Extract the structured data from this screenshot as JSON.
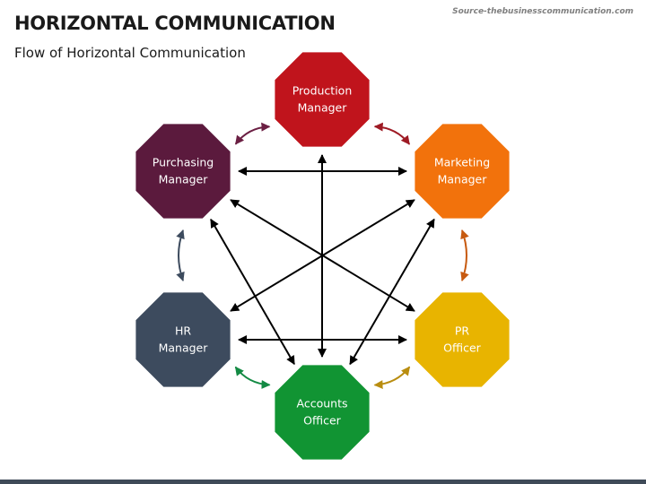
{
  "header": {
    "title": "HORIZONTAL COMMUNICATION",
    "subtitle": "Flow of Horizontal Communication",
    "source": "Source-thebusinesscommunication.com"
  },
  "nodes": [
    {
      "id": "production",
      "lines": [
        "Production",
        "Manager"
      ],
      "color": "#c0141c"
    },
    {
      "id": "marketing",
      "lines": [
        "Marketing",
        "Manager"
      ],
      "color": "#f2720c"
    },
    {
      "id": "pr",
      "lines": [
        "PR",
        "Officer"
      ],
      "color": "#e8b400"
    },
    {
      "id": "accounts",
      "lines": [
        "Accounts",
        "Officer"
      ],
      "color": "#119433"
    },
    {
      "id": "hr",
      "lines": [
        "HR",
        "Manager"
      ],
      "color": "#3d4b5e"
    },
    {
      "id": "purchasing",
      "lines": [
        "Purchasing",
        "Manager"
      ],
      "color": "#5b1a3d"
    }
  ],
  "peer_links": [
    {
      "from": "production",
      "to": "marketing",
      "color": "#9e1a24"
    },
    {
      "from": "marketing",
      "to": "pr",
      "color": "#c75a10"
    },
    {
      "from": "pr",
      "to": "accounts",
      "color": "#b98d10"
    },
    {
      "from": "accounts",
      "to": "hr",
      "color": "#138a43"
    },
    {
      "from": "hr",
      "to": "purchasing",
      "color": "#3d4b5e"
    },
    {
      "from": "purchasing",
      "to": "production",
      "color": "#6b1f43"
    }
  ],
  "cross_links": [
    {
      "from": "purchasing",
      "to": "marketing"
    },
    {
      "from": "hr",
      "to": "pr"
    },
    {
      "from": "production",
      "to": "accounts"
    },
    {
      "from": "purchasing",
      "to": "accounts"
    },
    {
      "from": "marketing",
      "to": "accounts"
    },
    {
      "from": "purchasing",
      "to": "pr"
    },
    {
      "from": "marketing",
      "to": "hr"
    }
  ],
  "colors": {
    "cross_arrow": "#000000",
    "bottom_bar": "#3f4a58"
  }
}
